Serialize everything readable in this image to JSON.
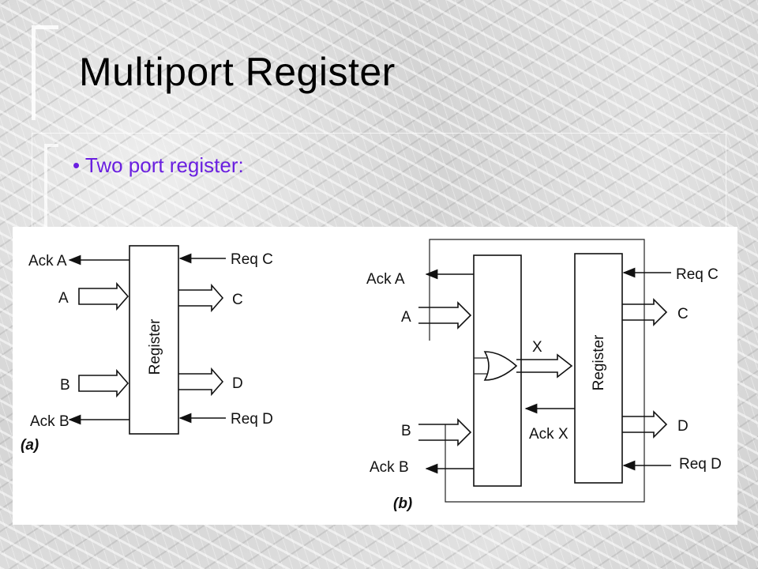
{
  "slide": {
    "title": "Multiport Register",
    "bullet": "Two port register:"
  },
  "diagram_a": {
    "caption": "(a)",
    "block": "Register",
    "labels": {
      "ack_a": "Ack A",
      "a": "A",
      "b": "B",
      "ack_b": "Ack B",
      "req_c": "Req C",
      "c": "C",
      "d": "D",
      "req_d": "Req D"
    }
  },
  "diagram_b": {
    "caption": "(b)",
    "block": "Register",
    "labels": {
      "ack_a": "Ack A",
      "a": "A",
      "b": "B",
      "ack_b": "Ack B",
      "x": "X",
      "ack_x": "Ack X",
      "req_c": "Req C",
      "c": "C",
      "d": "D",
      "req_d": "Req D"
    }
  },
  "colors": {
    "title": "#000000",
    "bullet_text": "#6a1fe0",
    "diagram_background": "#ffffff",
    "background": "#d9d9d9"
  }
}
